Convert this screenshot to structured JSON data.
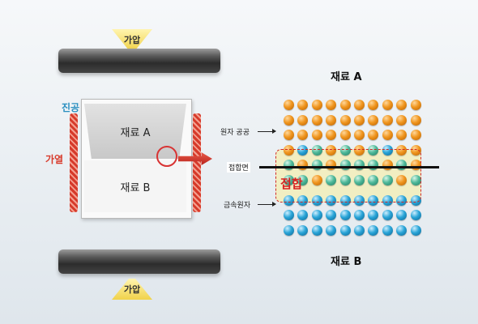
{
  "pressure": {
    "top_label": "가압",
    "bottom_label": "가압"
  },
  "chamber": {
    "vacuum_label": "진공",
    "heating_label": "가열",
    "material_a_label": "재료 A",
    "material_b_label": "재료 B"
  },
  "zoom": {
    "material_a_title": "재료 A",
    "material_b_title": "재료 B",
    "atom_vacancy_label": "원자 공공",
    "interface_label": "접합면",
    "metal_atom_label": "금속원자",
    "bonding_label": "접합"
  },
  "colors": {
    "orange_atom": "#f0961f",
    "teal_atom": "#4fb99a",
    "blue_atom": "#2aa5d8",
    "heater": "#d63a2a",
    "accent_red": "#d82222",
    "vacuum_text": "#2a8fc0"
  },
  "atom_grid": {
    "rows": [
      "oooooooooo",
      "oooooooooo",
      "oooooooooo",
      "obtototboo",
      "tototttoto",
      "ttotttttot",
      "bbbbbbbbbb",
      "bbbbbbbbbb",
      "bbbbbbbbbb"
    ]
  }
}
